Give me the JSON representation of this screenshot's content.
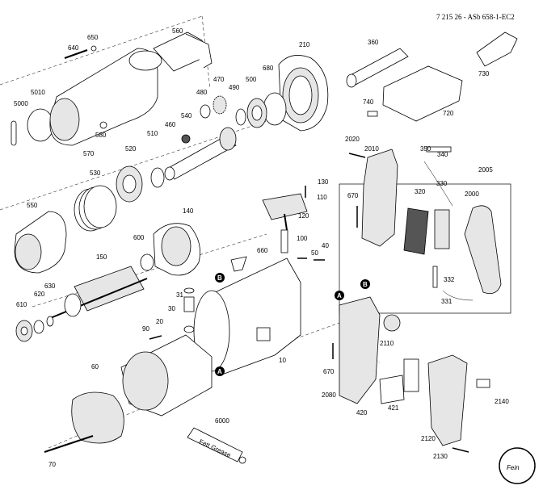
{
  "header": "7 215 26 - ASb 658-1-EC2",
  "part_numbers": [
    "10",
    "20",
    "30",
    "31",
    "40",
    "50",
    "60",
    "70",
    "90",
    "100",
    "110",
    "120",
    "130",
    "140",
    "150",
    "210",
    "320",
    "330",
    "331",
    "332",
    "340",
    "350",
    "360",
    "420",
    "421",
    "460",
    "470",
    "480",
    "490",
    "500",
    "510",
    "520",
    "530",
    "540",
    "550",
    "560",
    "570",
    "580",
    "600",
    "610",
    "620",
    "630",
    "640",
    "650",
    "660",
    "670",
    "680",
    "720",
    "730",
    "740",
    "2000",
    "2005",
    "2010",
    "2020",
    "2080",
    "2110",
    "2120",
    "2130",
    "2140",
    "5000",
    "5010",
    "6000"
  ],
  "callouts": {
    "a": "A",
    "b": "B"
  },
  "tube_text": "Fett  Grease",
  "logo_text": "Fein"
}
